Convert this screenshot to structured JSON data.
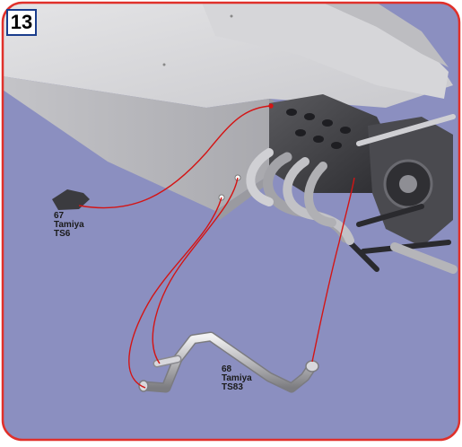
{
  "step": {
    "number": "13"
  },
  "callouts": [
    {
      "number": "67",
      "brand": "Tamiya",
      "code": "TS6"
    },
    {
      "number": "68",
      "brand": "Tamiya",
      "code": "TS83"
    }
  ],
  "colors": {
    "background": "#8b8fc0",
    "frame": "#e0302a",
    "leader_line": "#d41414",
    "badge_border": "#1a3d8c"
  }
}
